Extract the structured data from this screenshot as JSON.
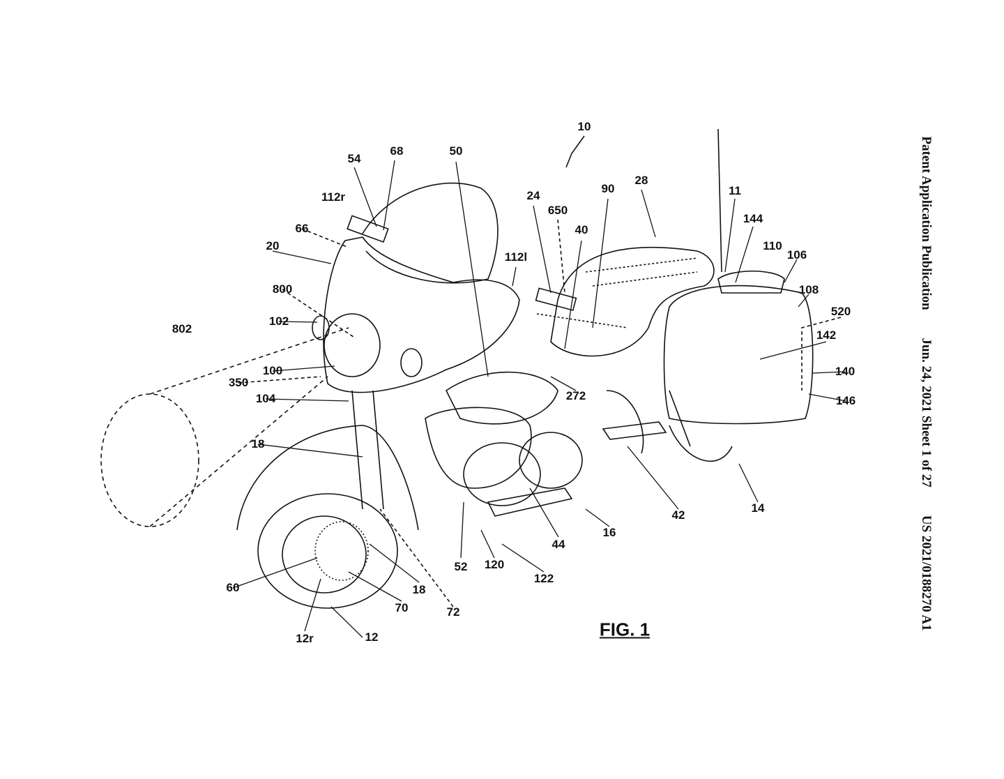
{
  "header": {
    "publication_type": "Patent Application Publication",
    "date_sheet": "Jun. 24, 2021  Sheet 1 of 27",
    "publication_number": "US 2021/0188270 A1"
  },
  "figure": {
    "caption": "FIG. 1",
    "labels": [
      "10",
      "54",
      "68",
      "50",
      "112r",
      "66",
      "20",
      "800",
      "102",
      "802",
      "100",
      "350",
      "104",
      "24",
      "650",
      "40",
      "90",
      "28",
      "112l",
      "11",
      "144",
      "110",
      "106",
      "108",
      "520",
      "142",
      "140",
      "146",
      "272",
      "18",
      "14",
      "42",
      "16",
      "44",
      "122",
      "120",
      "52",
      "60",
      "18",
      "70",
      "72",
      "12r",
      "12"
    ]
  }
}
